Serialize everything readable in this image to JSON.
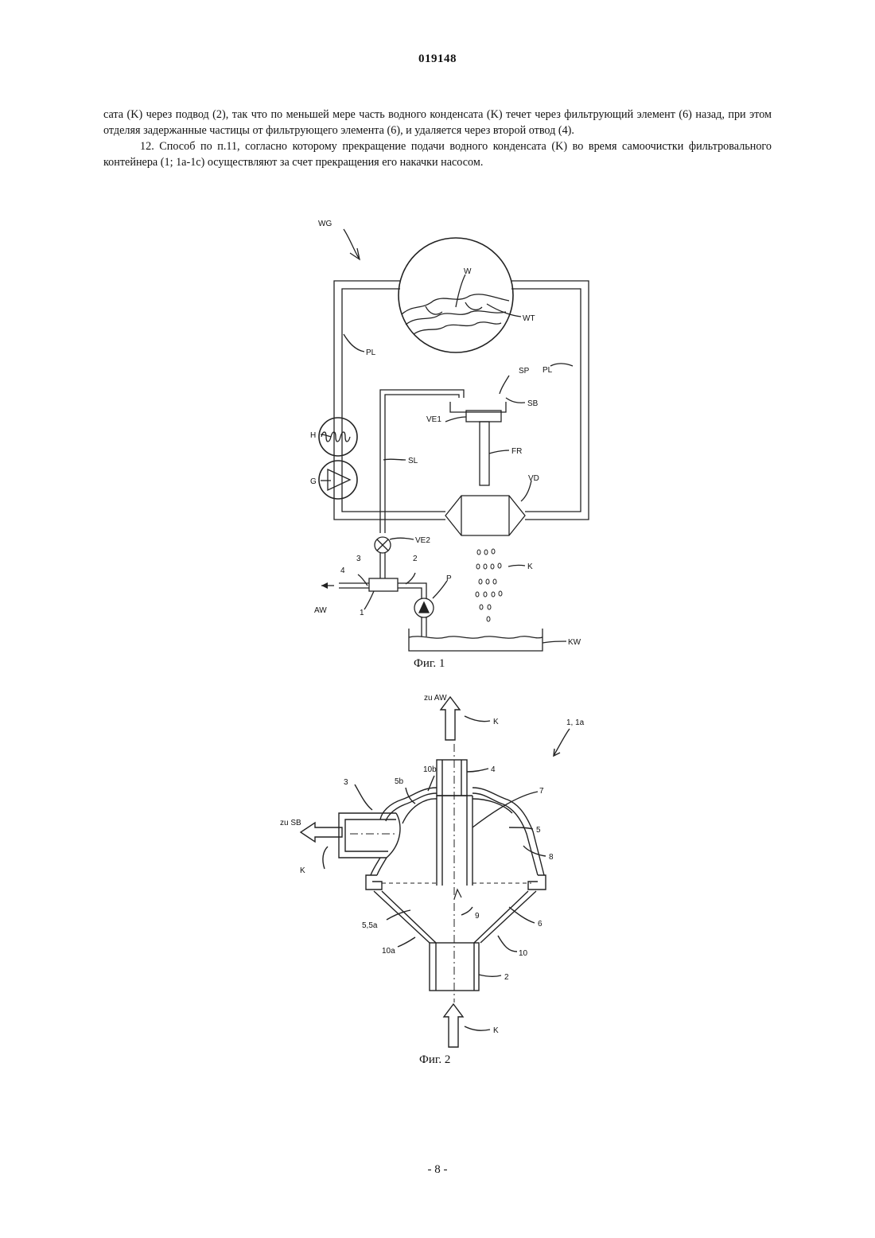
{
  "header": {
    "doc_number": "019148"
  },
  "text": {
    "paragraph_1": "сата (K) через подвод (2), так что по меньшей мере часть водного конденсата (K) течет через фильтрующий элемент (6) назад, при этом отделяя задержанные частицы от фильтрующего элемента (6), и удаляется через второй отвод (4).",
    "paragraph_2": "12. Способ по п.11, согласно которому прекращение подачи водного конденсата (K) во время самоочистки фильтровального контейнера (1; 1а-1с) осуществляют за счет прекращения его накачки насосом."
  },
  "figure1": {
    "caption": "Фиг. 1",
    "labels": {
      "WG": "WG",
      "W": "W",
      "WT": "WT",
      "PL_left": "PL",
      "PL_right": "PL",
      "SP": "SP",
      "SB": "SB",
      "VE1": "VE1",
      "FR": "FR",
      "SL": "SL",
      "H": "H",
      "G": "G",
      "VD": "VD",
      "VE2": "VE2",
      "K": "K",
      "n3": "3",
      "n2": "2",
      "n4": "4",
      "P": "P",
      "AW": "AW",
      "n1": "1",
      "KW": "KW"
    }
  },
  "figure2": {
    "caption": "Фиг. 2",
    "labels": {
      "zuAW": "zu AW",
      "K_top": "K",
      "ref_1_1a": "1, 1a",
      "n4": "4",
      "n10b": "10b",
      "n5b": "5b",
      "n3": "3",
      "n7": "7",
      "zuSB": "zu SB",
      "n5": "5",
      "n8": "8",
      "K_left": "K",
      "n9": "9",
      "n6": "6",
      "n55a": "5,5a",
      "n10a": "10a",
      "n10": "10",
      "n2": "2",
      "K_bottom": "K"
    }
  },
  "footer": {
    "page_number": "- 8 -"
  }
}
